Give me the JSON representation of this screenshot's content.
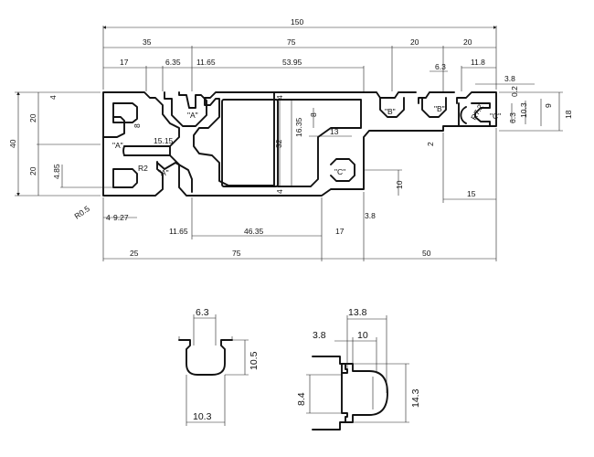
{
  "dimensions": {
    "top": [
      "150",
      "35",
      "75",
      "20",
      "20"
    ],
    "upper": [
      "17",
      "6.35",
      "11.65",
      "53.95",
      "6.3",
      "11.8",
      "3.8"
    ],
    "left": [
      "40",
      "20",
      "20",
      "4",
      "4.85",
      "R0.5",
      "4",
      "9.27"
    ],
    "inner": [
      "15.15",
      "R2",
      "8",
      "4",
      "16.35",
      "32",
      "4",
      "13",
      "8"
    ],
    "right": [
      "0.2",
      "R7.2",
      "10.3",
      "6.3",
      "9",
      "18",
      "2",
      "15",
      "10",
      "3.8"
    ],
    "bottom": [
      "11.65",
      "46.35",
      "17",
      "25",
      "75",
      "50"
    ]
  },
  "slot_labels": [
    "\"A\"",
    "\"A\"",
    "\"A\"",
    "\"B\"",
    "\"B\"",
    "\"C\"",
    "\"C\""
  ],
  "detail_b": {
    "top": "6.3",
    "side": "10.5",
    "bottom": "10.3"
  },
  "detail_c": {
    "top": "13.8",
    "left": "3.8",
    "mid": "10",
    "side_left": "8.4",
    "side_right": "14.3"
  }
}
